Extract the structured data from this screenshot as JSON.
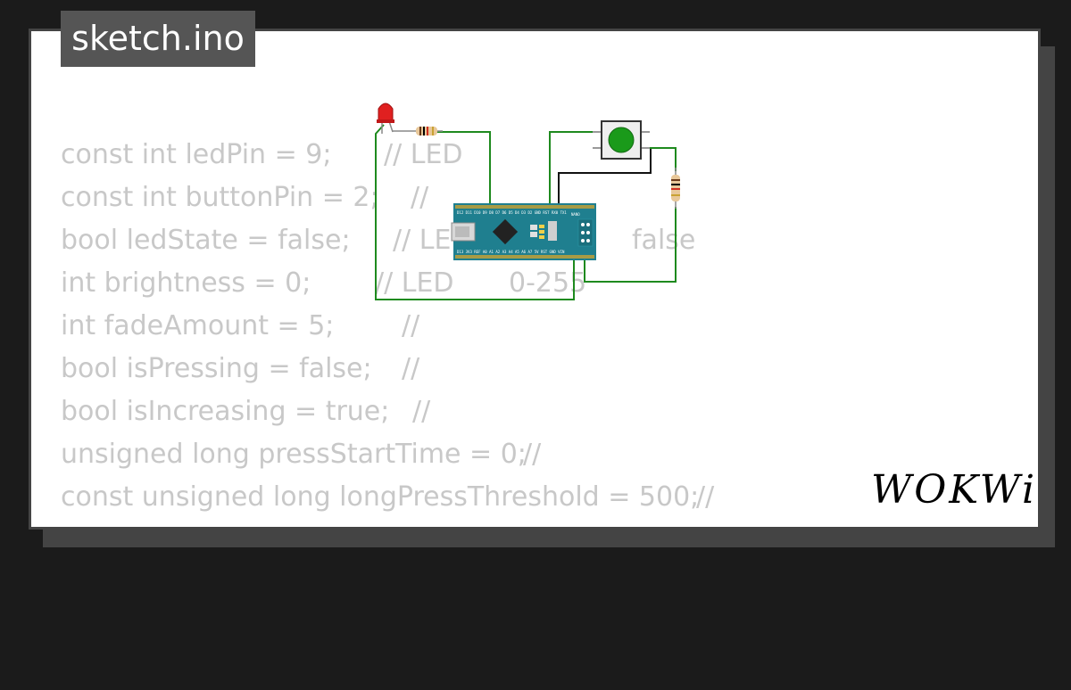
{
  "file_tab": {
    "label": "sketch.ino"
  },
  "code_lines": [
    {
      "code": "const int ledPin = 9;",
      "comment": "// LED",
      "extra": ""
    },
    {
      "code": "const int buttonPin = 2;",
      "comment": "//",
      "extra": ""
    },
    {
      "code": "bool ledState = false;",
      "comment": "// LE",
      "extra": "false"
    },
    {
      "code": "int brightness = 0;",
      "comment": "// LED",
      "extra": "0-255"
    },
    {
      "code": "int fadeAmount = 5;",
      "comment": "//",
      "extra": ""
    },
    {
      "code": "bool isPressing = false;",
      "comment": "//",
      "extra": ""
    },
    {
      "code": "bool isIncreasing = true;",
      "comment": "//",
      "extra": ""
    },
    {
      "code": "unsigned long pressStartTime = 0;",
      "comment": "//",
      "extra": ""
    },
    {
      "code": "const unsigned long longPressThreshold = 500;",
      "comment": "//",
      "extra": ""
    }
  ],
  "board": {
    "top_pins_label": "D12 D11 D10 D9 D8 D7 D6 D5 D4 D3 D2 GND RST RX0 TX1",
    "bottom_pins_label": "D13 3V3 REF A0 A1 A2 A3 A4 A5 A6 A7 5V RST GND VIN",
    "name_label": "NANO"
  },
  "logo": {
    "text": "WOKWi"
  },
  "colors": {
    "background": "#1b1b1b",
    "card": "#ffffff",
    "tab": "#555555",
    "code_text": "#c8c8c8",
    "wire_green": "#1e8a1e",
    "board_teal": "#1f7f8f",
    "led_red": "#e02020",
    "button_green": "#1a9a1a"
  }
}
